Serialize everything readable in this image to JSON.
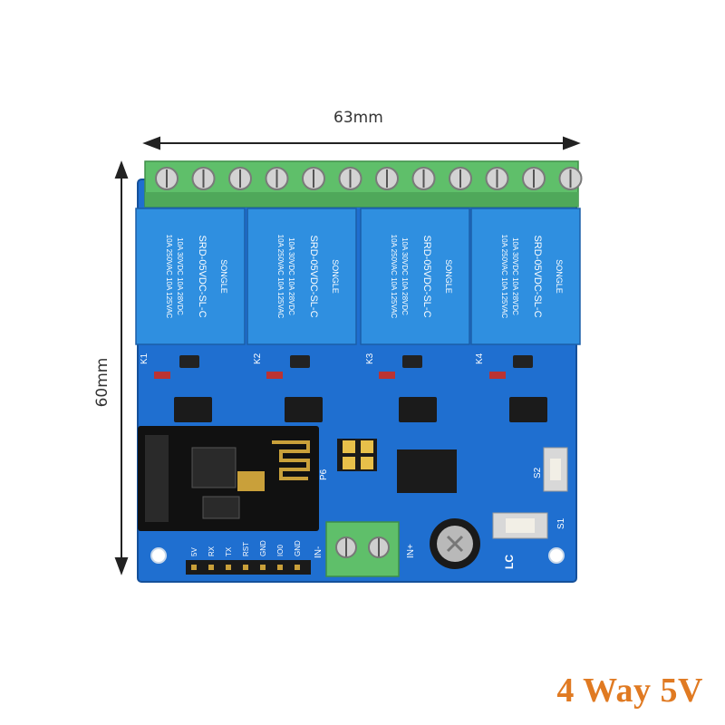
{
  "dimensions": {
    "width_label": "63mm",
    "height_label": "60mm"
  },
  "caption": "4 Way 5V",
  "colors": {
    "pcb": "#1f6fd0",
    "relay": "#2f8fe0",
    "terminal": "#5fbf6a",
    "caption": "#e07a22"
  },
  "relays": [
    {
      "brand": "SONGLE",
      "model": "SRD-05VDC-SL-C"
    },
    {
      "brand": "SONGLE",
      "model": "SRD-05VDC-SL-C"
    },
    {
      "brand": "SONGLE",
      "model": "SRD-05VDC-SL-C"
    },
    {
      "brand": "SONGLE",
      "model": "SRD-05VDC-SL-C"
    }
  ],
  "relay_ratings": [
    "10A 250VAC 10A 125VAC",
    "10A 30VDC 10A 28VDC"
  ],
  "silkscreen": {
    "header_pins": [
      "5V",
      "RX",
      "TX",
      "RST",
      "GND",
      "IO0",
      "GND"
    ],
    "power_input": "IN+",
    "power_input_neg": "IN-",
    "buttons": [
      "S1",
      "S2"
    ],
    "jumper": "P6",
    "relay_refs": [
      "K1",
      "K2",
      "K3",
      "K4"
    ],
    "logo": "LC"
  }
}
